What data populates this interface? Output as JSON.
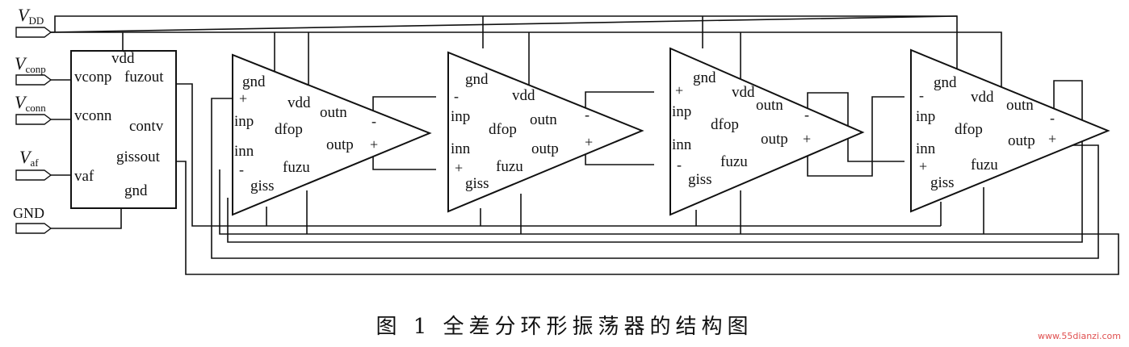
{
  "inputs": {
    "vdd": {
      "main": "V",
      "sub": "DD"
    },
    "vconp": {
      "main": "V",
      "sub": "conp"
    },
    "vconn": {
      "main": "V",
      "sub": "conn"
    },
    "vaf": {
      "main": "V",
      "sub": "af"
    },
    "gnd": "GND"
  },
  "control_block": {
    "pins": {
      "vdd": "vdd",
      "vconp": "vconp",
      "fuzout": "fuzout",
      "vconn": "vconn",
      "contv": "contv",
      "gissout": "gissout",
      "vaf": "vaf",
      "gnd": "gnd"
    }
  },
  "stages": [
    {
      "gnd": "gnd",
      "vdd": "vdd",
      "outn": "outn",
      "inp": "inp",
      "dfop": "dfop",
      "outp": "outp",
      "inn": "inn",
      "fuzu": "fuzu",
      "giss": "giss",
      "sign_top": "+",
      "sign_bot": "-",
      "out_top": "-",
      "out_bot": "+"
    },
    {
      "gnd": "gnd",
      "vdd": "vdd",
      "outn": "outn",
      "inp": "inp",
      "dfop": "dfop",
      "outp": "outp",
      "inn": "inn",
      "fuzu": "fuzu",
      "giss": "giss",
      "sign_top": "-",
      "sign_bot": "+",
      "out_top": "-",
      "out_bot": "+"
    },
    {
      "gnd": "gnd",
      "vdd": "vdd",
      "outn": "outn",
      "inp": "inp",
      "dfop": "dfop",
      "outp": "outp",
      "inn": "inn",
      "fuzu": "fuzu",
      "giss": "giss",
      "sign_top": "+",
      "sign_bot": "-",
      "out_top": "-",
      "out_bot": "+"
    },
    {
      "gnd": "gnd",
      "vdd": "vdd",
      "outn": "outn",
      "inp": "inp",
      "dfop": "dfop",
      "outp": "outp",
      "inn": "inn",
      "fuzu": "fuzu",
      "giss": "giss",
      "sign_top": "-",
      "sign_bot": "+",
      "out_top": "-",
      "out_bot": "+"
    }
  ],
  "caption": "图 1  全差分环形振荡器的结构图",
  "watermark": "www.55dianzi.com"
}
